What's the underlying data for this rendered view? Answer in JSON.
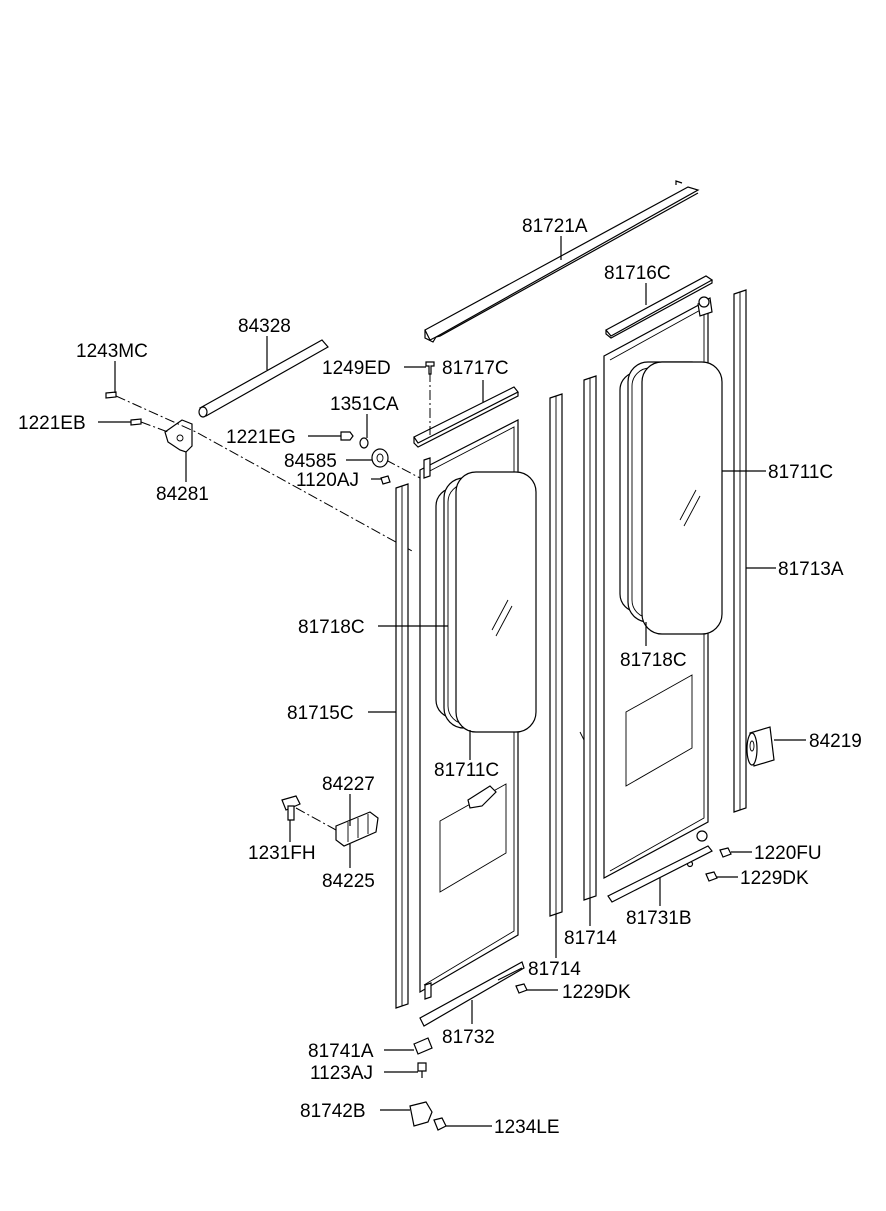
{
  "diagram": {
    "labels": {
      "p81721A": "81721A",
      "p81716C": "81716C",
      "p84328": "84328",
      "p1243MC": "1243MC",
      "p1249ED": "1249ED",
      "p81717C": "81717C",
      "p1351CA": "1351CA",
      "p1221EB": "1221EB",
      "p1221EG": "1221EG",
      "p84585": "84585",
      "p1120AJ": "1120AJ",
      "p84281": "84281",
      "p81711C_right": "81711C",
      "p81713A": "81713A",
      "p81718C_left": "81718C",
      "p81718C_right": "81718C",
      "p81715C": "81715C",
      "p84219": "84219",
      "p81711C_left": "81711C",
      "p84227": "84227",
      "p1231FH": "1231FH",
      "p84225": "84225",
      "p1220FU": "1220FU",
      "p1229DK_right": "1229DK",
      "p81731B": "81731B",
      "p81714_upper": "81714",
      "p81714_lower": "81714",
      "p1229DK_lower": "1229DK",
      "p81732": "81732",
      "p81741A": "81741A",
      "p1123AJ": "1123AJ",
      "p81742B": "81742B",
      "p1234LE": "1234LE"
    }
  }
}
